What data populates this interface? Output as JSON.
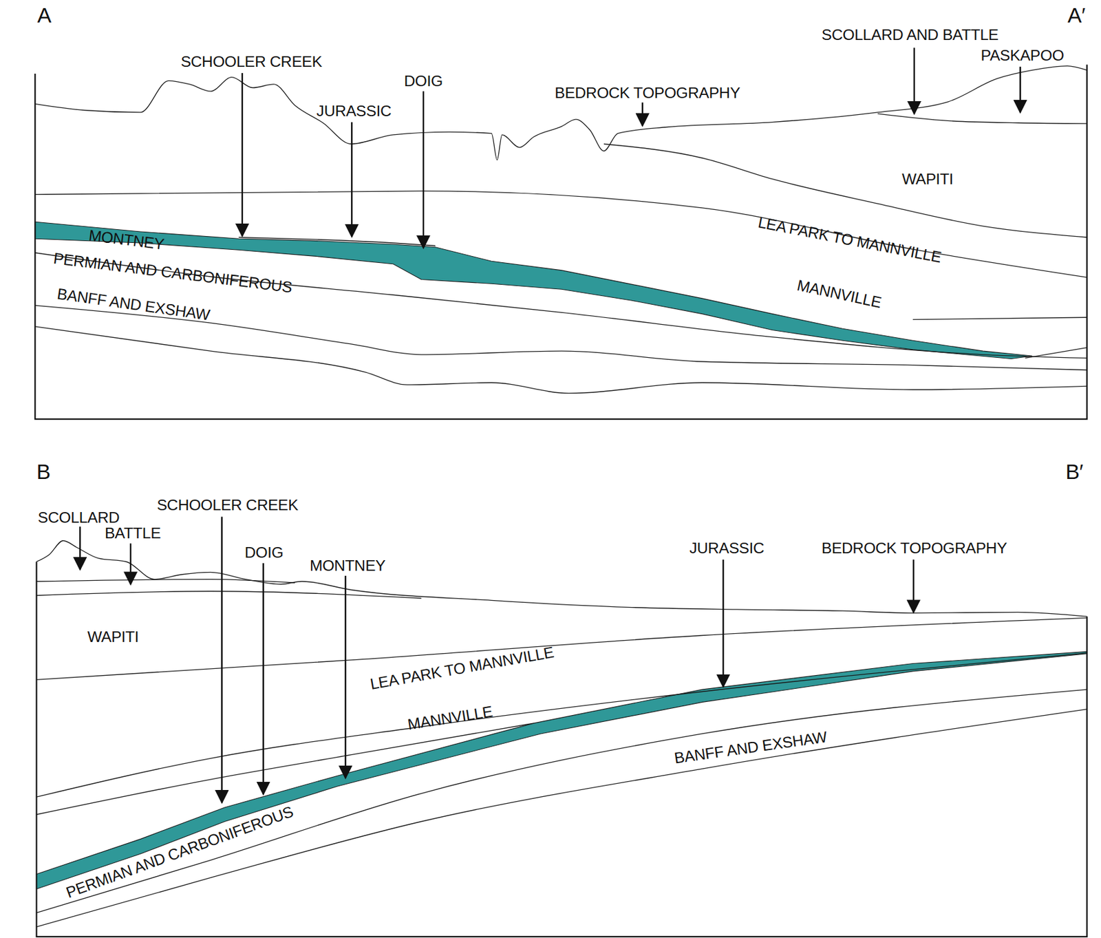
{
  "diagram": {
    "labels": [
      "A",
      "A′",
      "SCHOOLER CREEK",
      "JURASSIC",
      "DOIG",
      "BEDROCK TOPOGRAPHY",
      "SCOLLARD AND BATTLE",
      "PASKAPOO",
      "WAPITI",
      "LEA PARK TO MANNVILLE",
      "MONTNEY",
      "PERMIAN AND CARBONIFEROUS",
      "MANNVILLE",
      "BANFF AND EXSHAW",
      "B",
      "B′",
      "SCOLLARD",
      "BATTLE",
      "SCHOOLER CREEK",
      "DOIG",
      "MONTNEY",
      "JURASSIC",
      "BEDROCK TOPOGRAPHY",
      "WAPITI",
      "LEA PARK TO MANNVILLE",
      "MANNVILLE",
      "BANFF AND EXSHAW",
      "PERMIAN AND CARBONIFEROUS"
    ]
  }
}
